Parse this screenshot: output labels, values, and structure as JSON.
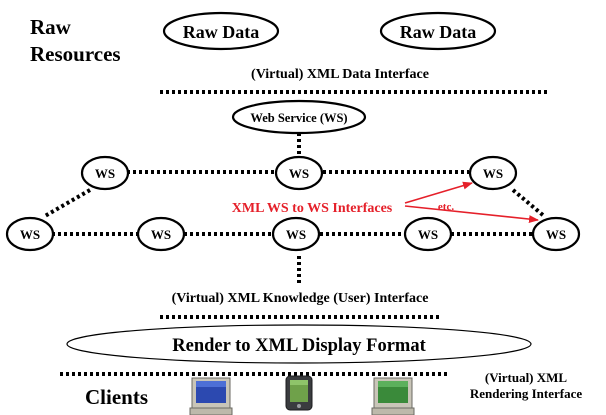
{
  "raw_resources": {
    "label_line1": "Raw",
    "label_line2": "Resources",
    "data_source_1": "Raw Data",
    "data_source_2": "Raw Data"
  },
  "interfaces": {
    "xml_data": "(Virtual) XML Data Interface",
    "ws_to_ws": "XML WS to WS Interfaces",
    "ws_to_ws_etc": "etc.",
    "knowledge_user": "(Virtual) XML Knowledge (User) Interface",
    "rendering_line1": "(Virtual) XML",
    "rendering_line2": "Rendering Interface"
  },
  "web_service": {
    "main_label": "Web Service (WS)",
    "node_label": "WS"
  },
  "render": {
    "label": "Render to XML Display Format"
  },
  "clients": {
    "label": "Clients",
    "devices": [
      "desktop-computer-icon",
      "handheld-device-icon",
      "desktop-computer-icon"
    ]
  },
  "colors": {
    "accent_red": "#e5202a",
    "line": "#000000",
    "background": "#ffffff"
  }
}
